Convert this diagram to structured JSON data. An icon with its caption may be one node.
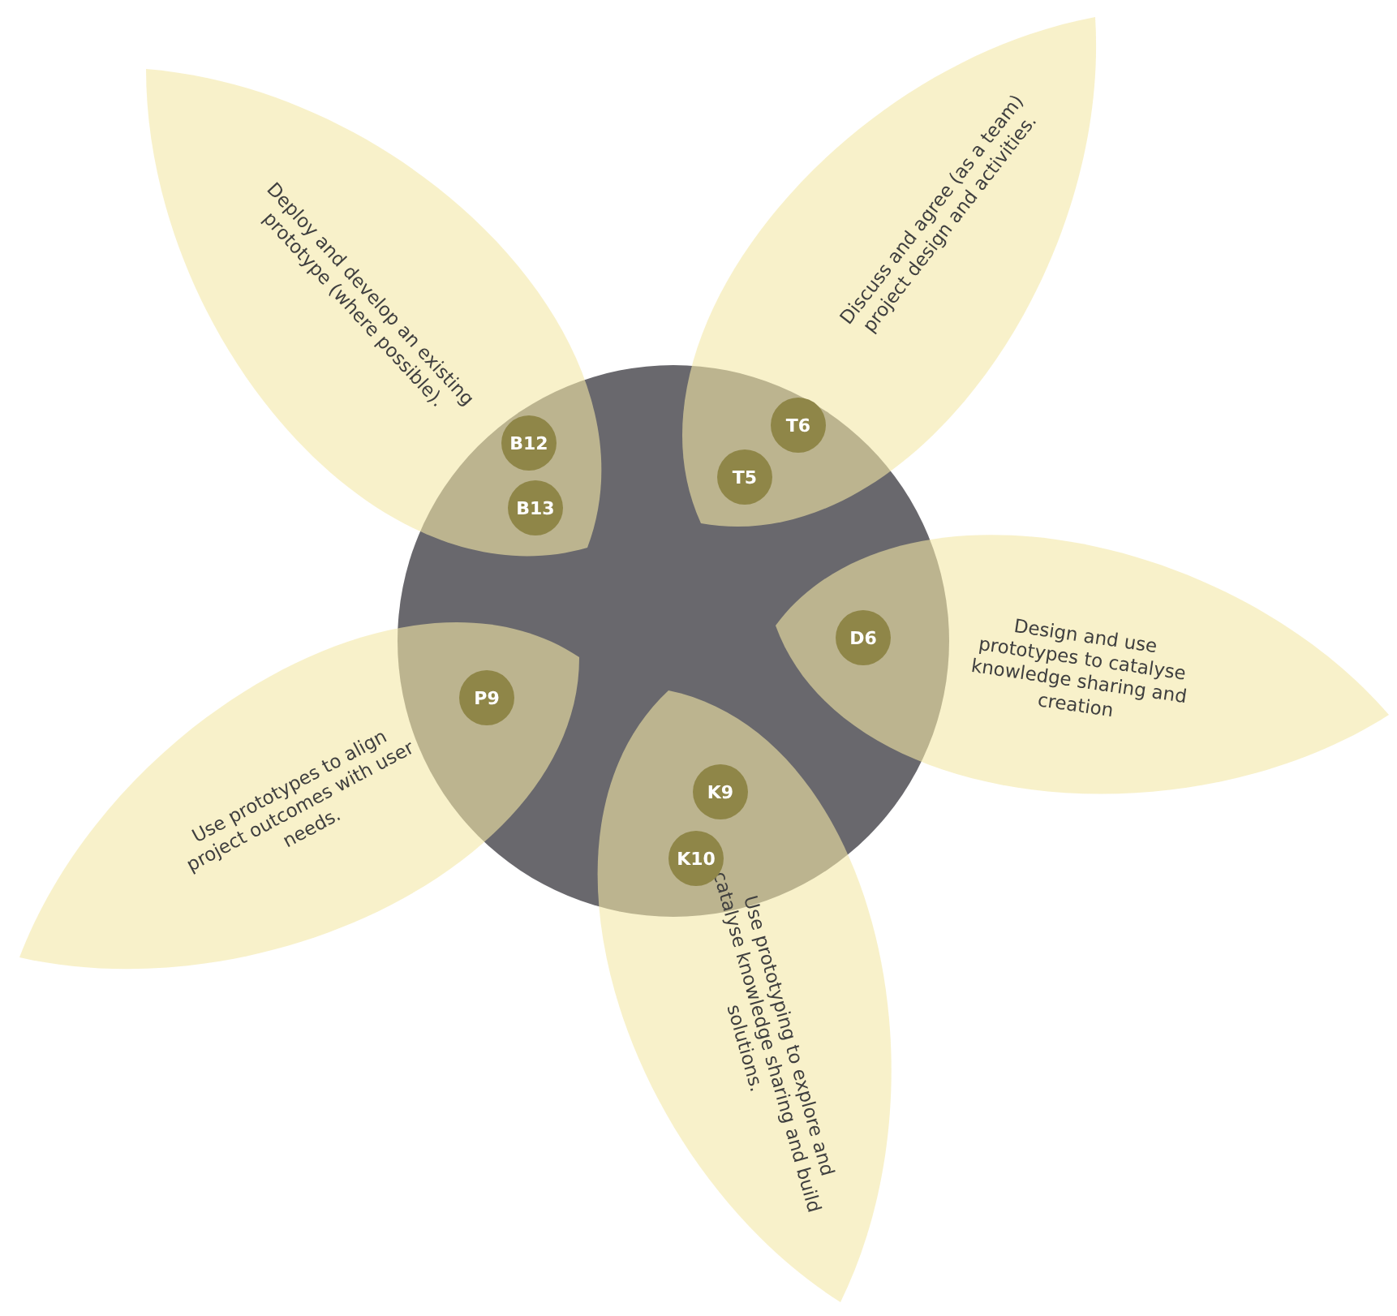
{
  "diagram": {
    "nodes": [
      {
        "text": [],
        "shape": "circle"
      },
      {
        "text": [
          "Deploy and develop an existing prototype (where possible)."
        ]
      },
      {
        "text": [
          "B12"
        ]
      },
      {
        "text": [
          "B13"
        ]
      },
      {
        "text": [
          "Discuss and agree (as a team) project design and activities."
        ]
      },
      {
        "text": [
          "T6"
        ]
      },
      {
        "text": [
          "T5"
        ]
      },
      {
        "text": [
          "Design and use prototypes to catalyse knowledge sharing and creation"
        ]
      },
      {
        "text": [
          "D6"
        ]
      },
      {
        "text": [
          "Use prototypes to align project outcomes with user needs."
        ]
      },
      {
        "text": [
          "P9"
        ]
      },
      {
        "text": [
          "Use prototyping to explore and catalyse knowledge sharing and build solutions."
        ]
      },
      {
        "text": [
          "K9"
        ]
      },
      {
        "text": [
          "K10"
        ]
      }
    ]
  }
}
